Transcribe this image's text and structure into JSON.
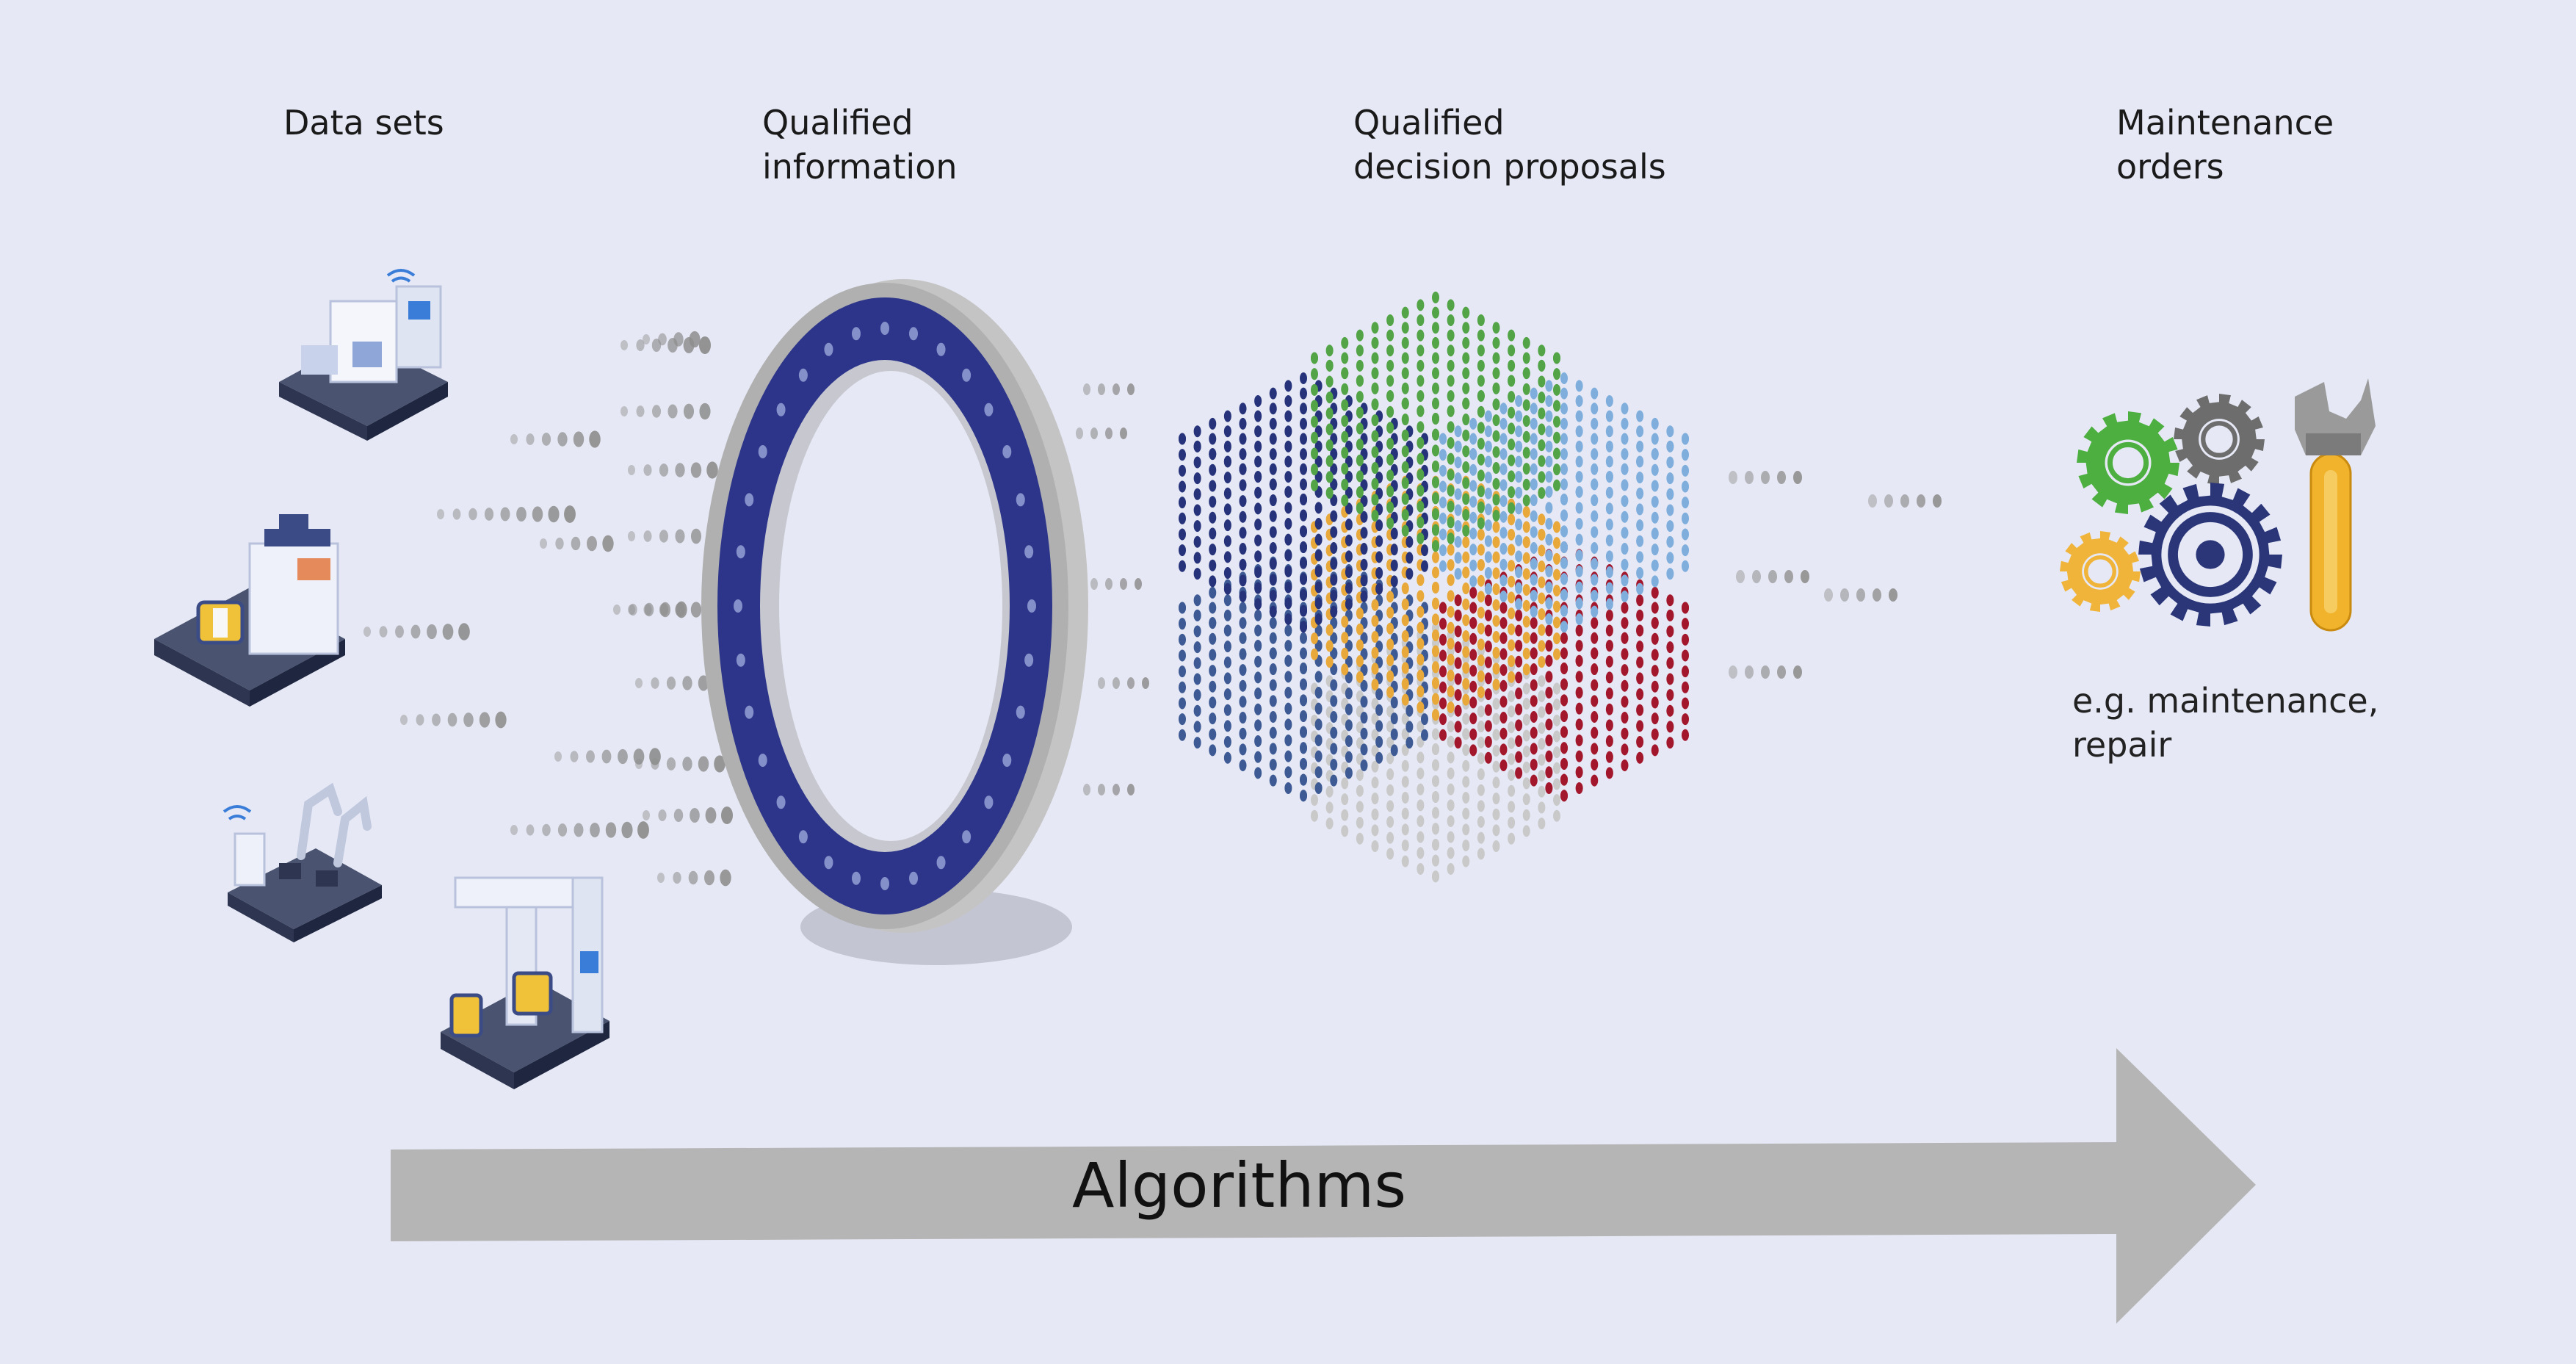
{
  "stages": {
    "data_sets": {
      "line1": "Data sets"
    },
    "qualified_information": {
      "line1": "Qualified",
      "line2": "information"
    },
    "qualified_decision_proposals": {
      "line1": "Qualified",
      "line2": "decision proposals"
    },
    "maintenance_orders": {
      "line1": "Maintenance",
      "line2": "orders"
    }
  },
  "maintenance_note": {
    "line1": "e.g. maintenance,",
    "line2": "repair"
  },
  "arrow": {
    "label": "Algorithms"
  },
  "icons": [
    "factory-machine-icon",
    "production-line-icon",
    "robot-arm-line-icon",
    "gantry-robot-icon",
    "ring-filter-icon",
    "data-cube-icon",
    "gear-icon",
    "wrench-icon"
  ],
  "colors": {
    "background": "#e6e9f5",
    "ring_blue": "#2c358a",
    "ring_gray": "#bdbdbd",
    "cube_navy": "#26337a",
    "cube_green": "#52a447",
    "cube_lightblue": "#7faedd",
    "cube_steel": "#3d5a94",
    "cube_orange": "#e8a93a",
    "cube_red": "#a3172c",
    "cube_lightgray": "#c9c9c9",
    "gear_green": "#4caf3f",
    "gear_gray": "#6d6d6d",
    "gear_yellow": "#f0b43a",
    "gear_navy": "#2b3679",
    "wrench_yellow": "#f0b32b",
    "arrow_gray": "#b5b5b5"
  }
}
